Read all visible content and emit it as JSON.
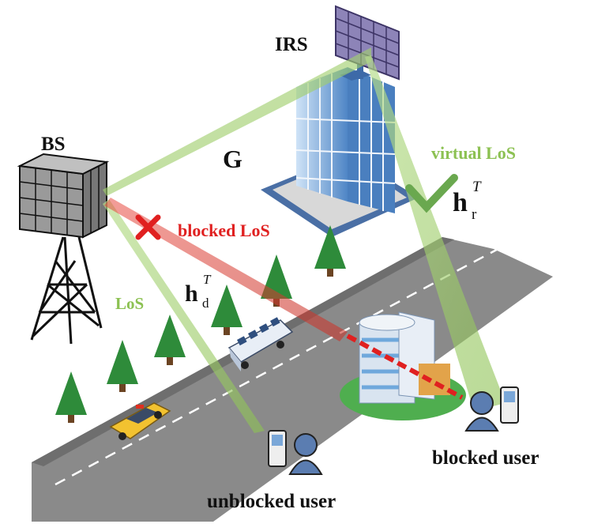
{
  "labels": {
    "bs": "BS",
    "irs": "IRS",
    "g": "G",
    "virtual_los": "virtual LoS",
    "blocked_los": "blocked LoS",
    "los": "LoS",
    "blocked_user": "blocked user",
    "unblocked_user": "unblocked user",
    "h_r": {
      "base": "h",
      "sup": "T",
      "sub": "r"
    },
    "h_d": {
      "base": "h",
      "sup": "T",
      "sub": "d"
    }
  },
  "colors": {
    "los_green": "#8cc152",
    "blocked_red": "#e02020",
    "road": "#8a8a8a",
    "tree": "#2e8b3a",
    "building_glass": "#6fa8dc",
    "panel": "#7a6fa0"
  },
  "icons": [
    "base-station-tower-icon",
    "irs-panel-icon",
    "office-building-icon",
    "hospital-building-icon",
    "bus-icon",
    "taxi-icon",
    "tree-icon",
    "user-with-phone-icon",
    "blocked-cross-icon",
    "check-mark-icon"
  ]
}
